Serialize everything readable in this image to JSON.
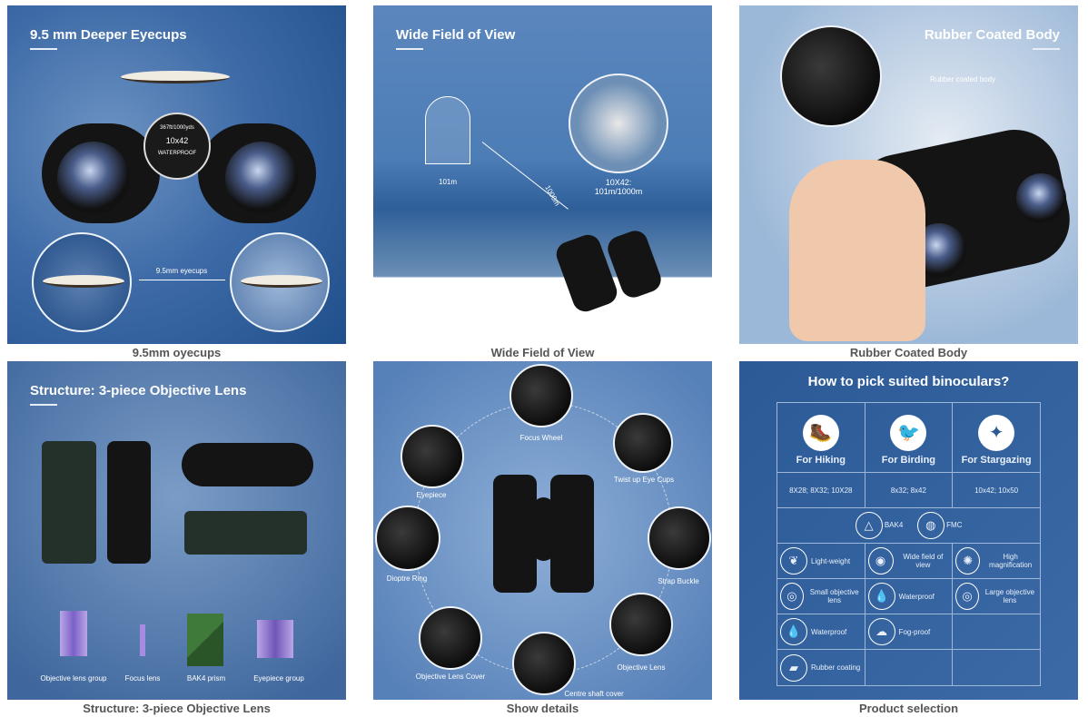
{
  "tiles": [
    {
      "title": "9.5 mm Deeper Eyecups",
      "caption": "9.5mm oyecups",
      "badge_top": "367ft/1000yds",
      "badge_mid": "10x42",
      "badge_bot": "WATERPROOF",
      "arrow_label": "9.5mm eyecups"
    },
    {
      "title": "Wide Field of View",
      "caption": "Wide Field of View",
      "width_label": "101m",
      "distance_label": "1000m",
      "spec_line1": "10X42:",
      "spec_line2": "101m/1000m"
    },
    {
      "title": "Rubber Coated Body",
      "caption": "Rubber Coated Body",
      "inset_label": "Rubber coated body"
    },
    {
      "title": "Structure: 3-piece Objective Lens",
      "caption": "Structure: 3-piece Objective Lens",
      "parts": [
        "Objective lens group",
        "Focus lens",
        "BAK4 prism",
        "Eyepiece group"
      ]
    },
    {
      "caption": "Show details",
      "parts": [
        "Focus Wheel",
        "Twist up Eye Cups",
        "Eyepiece",
        "Dioptre Ring",
        "Strap  Buckle",
        "Objective Lens Cover",
        "Objective Lens",
        "Centre shaft  cover"
      ]
    },
    {
      "title": "How to pick suited binoculars?",
      "caption": "Product selection",
      "uses": [
        {
          "label": "For Hiking",
          "icon": "hiker-icon",
          "sizes": "8X28; 8X32; 10X28"
        },
        {
          "label": "For Birding",
          "icon": "bird-icon",
          "sizes": "8x32; 8x42"
        },
        {
          "label": "For Stargazing",
          "icon": "constellation-icon",
          "sizes": "10x42; 10x50"
        }
      ],
      "optics": [
        "BAK4",
        "FMC"
      ],
      "features": [
        [
          "Light-weight",
          "Wide field of view",
          "High magnification"
        ],
        [
          "Small objective lens",
          "Waterproof",
          "Large objective lens"
        ],
        [
          "Waterproof",
          "Fog-proof",
          ""
        ],
        [
          "Rubber coating",
          "",
          ""
        ]
      ]
    }
  ],
  "colors": {
    "panel_blue": "#2b5a97",
    "caption_gray": "#555555"
  }
}
